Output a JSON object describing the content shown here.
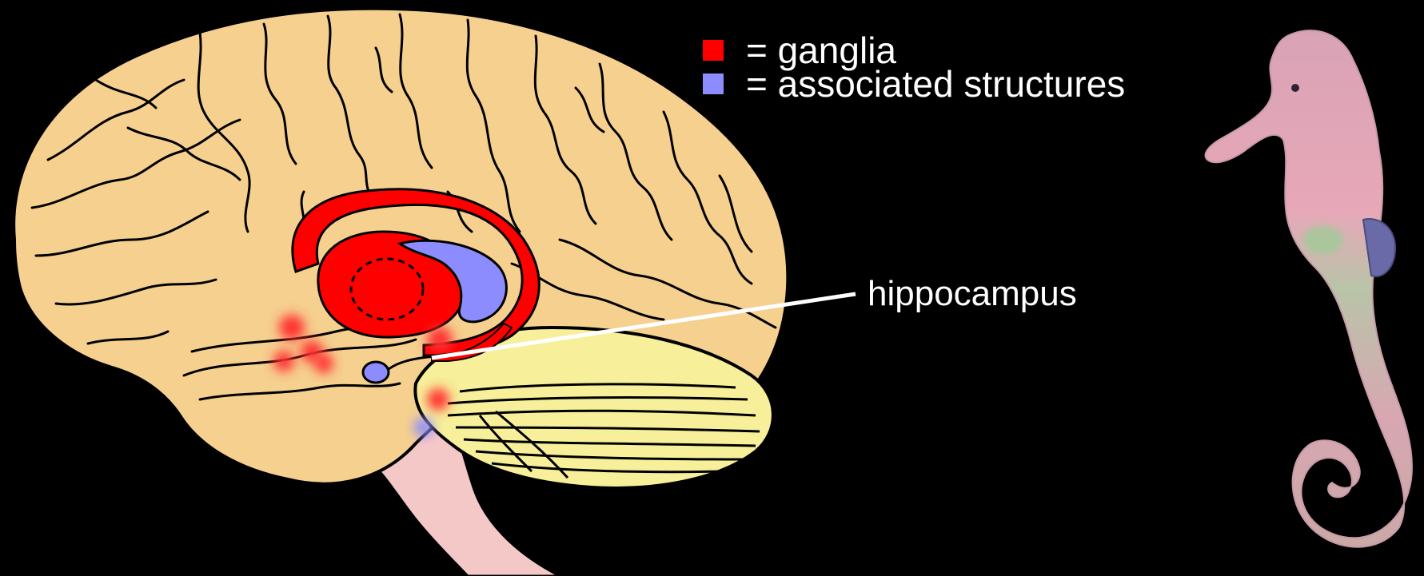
{
  "legend": {
    "items": [
      {
        "label": "= ganglia",
        "color": "#ff0000"
      },
      {
        "label": "= associated structures",
        "color": "#8c8cff"
      }
    ]
  },
  "callouts": {
    "hippocampus": "hippocampus"
  },
  "colors": {
    "background": "#000000",
    "cerebrum": "#f5d08f",
    "cerebellum": "#f7ef9a",
    "brainstem": "#f5c8c8",
    "ganglia": "#ff0000",
    "associated": "#8c8cff",
    "outline": "#000000"
  }
}
